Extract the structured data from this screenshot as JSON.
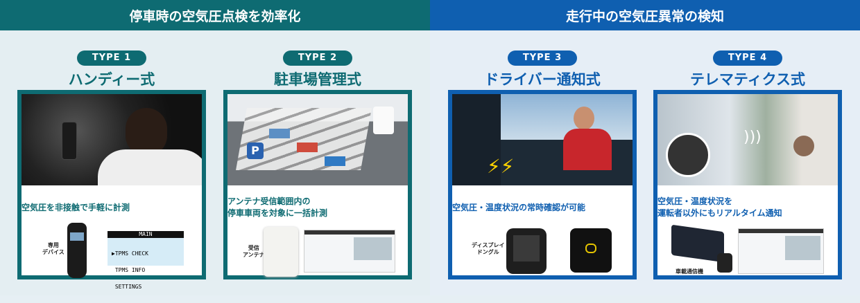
{
  "sections": [
    {
      "header": "停車時の空気圧点検を効率化"
    },
    {
      "header": "走行中の空気圧異常の検知"
    }
  ],
  "types": [
    {
      "badge": "TYPE 1",
      "title": "ハンディー式",
      "desc": [
        "空気圧を非接触で手軽に計測"
      ],
      "product_label": [
        "専用",
        "デバイス"
      ],
      "menu": {
        "title": "MAIN",
        "items": [
          "▶TPMS CHECK",
          " TPMS INFO",
          " SETTINGS"
        ]
      }
    },
    {
      "badge": "TYPE 2",
      "title": "駐車場管理式",
      "desc": [
        "アンテナ受信範囲内の",
        "停車車両を対象に一括計測"
      ],
      "product_label": [
        "受信",
        "アンテナ"
      ]
    },
    {
      "badge": "TYPE 3",
      "title": "ドライバー通知式",
      "desc": [
        "空気圧・温度状況の常時確認が可能"
      ],
      "product_label": [
        "ディスプレイ",
        "ドングル"
      ]
    },
    {
      "badge": "TYPE 4",
      "title": "テレマティクス式",
      "desc": [
        "空気圧・温度状況を",
        "運転者以外にもリアルタイム通知"
      ],
      "product_label": [
        "車載通信機"
      ]
    }
  ],
  "colors": {
    "teal": "#0e6b72",
    "blue": "#0f5fb0"
  }
}
